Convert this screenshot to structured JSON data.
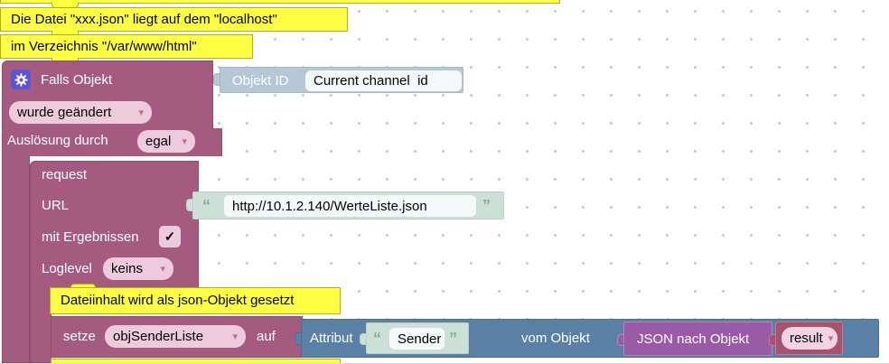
{
  "comments": {
    "file_location_1": "Die Datei \"xxx.json\" liegt auf dem \"localhost\"",
    "file_location_2": "im Verzeichnis \"/var/www/html\"",
    "json_set": "Dateiinhalt wird als json-Objekt gesetzt"
  },
  "trigger": {
    "title": "Falls Objekt",
    "objekt_id_label": "Objekt ID",
    "objekt_id_value": "Current channel  id",
    "change_mode": "wurde geändert",
    "trigger_by_label": "Auslösung durch",
    "trigger_by_value": "egal"
  },
  "request": {
    "title": "request",
    "url_label": "URL",
    "url_value": "http://10.1.2.140/WerteListe.json",
    "results_label": "mit Ergebnissen",
    "loglevel_label": "Loglevel",
    "loglevel_value": "keins"
  },
  "setter": {
    "set_label": "setze",
    "variable": "objSenderListe",
    "to_label": "auf"
  },
  "attribute": {
    "label": "Attribut",
    "value": "Sender",
    "of_label": "vom Objekt"
  },
  "json_block": {
    "label": "JSON nach Objekt",
    "variable": "result"
  },
  "glyphs": {
    "dropdown_arrow": "▾",
    "check": "✓",
    "open_quote": "“",
    "close_quote": "”",
    "gear_icon": "gear-icon"
  },
  "colors": {
    "trigger_mauve": "#A55B80",
    "attribute_steel_blue": "#5B80A5",
    "json_violet": "#995BA5",
    "result_rose": "#A5536E",
    "comment_yellow": "#FDFF42",
    "shadow_oid_blue": "#B6C7D5",
    "shadow_string_mint": "#CDE0D8",
    "dropdown_pink": "#EDCBDC",
    "gear_button_indigo": "#5A55D8"
  }
}
